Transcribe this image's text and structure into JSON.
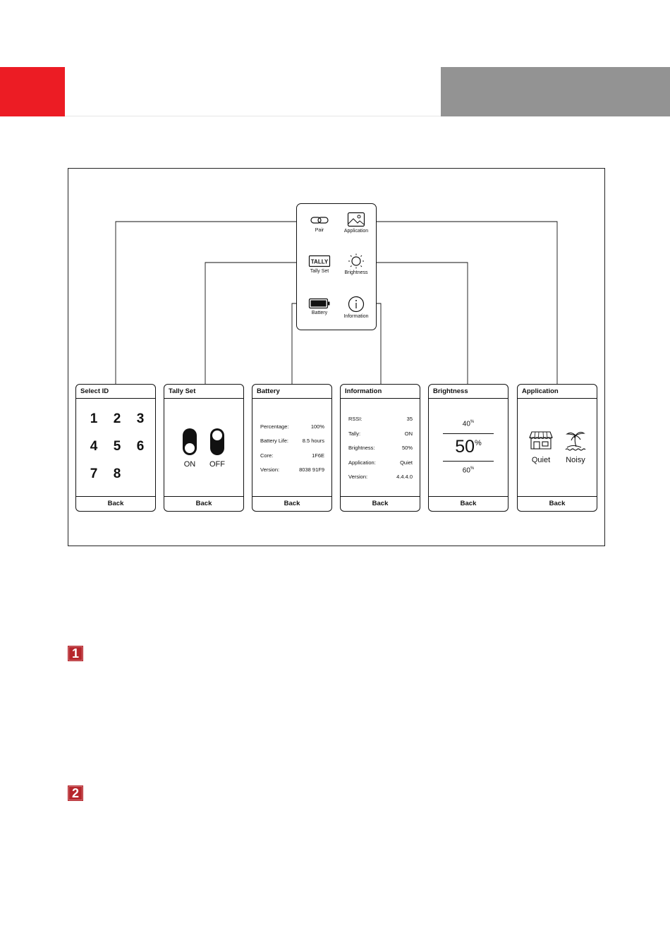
{
  "colors": {
    "accent_red": "#ec1c24",
    "header_gray": "#939393",
    "badge_red": "#b6262c"
  },
  "menu": {
    "items": [
      {
        "label": "Pair",
        "icon": "link-icon"
      },
      {
        "label": "Application",
        "icon": "image-icon"
      },
      {
        "label": "Tally Set",
        "icon": "tally-icon",
        "icon_text": "TALLY"
      },
      {
        "label": "Brightness",
        "icon": "sun-icon"
      },
      {
        "label": "Battery",
        "icon": "battery-icon"
      },
      {
        "label": "Information",
        "icon": "info-icon"
      }
    ]
  },
  "panels": {
    "select_id": {
      "title": "Select ID",
      "digits": [
        "1",
        "2",
        "3",
        "4",
        "5",
        "6",
        "7",
        "8"
      ],
      "back": "Back"
    },
    "tally_set": {
      "title": "Tally Set",
      "on": "ON",
      "off": "OFF",
      "back": "Back"
    },
    "battery": {
      "title": "Battery",
      "rows": [
        {
          "key": "Percentage:",
          "value": "100%"
        },
        {
          "key": "Battery Life:",
          "value": "8.5 hours"
        },
        {
          "key": "Core:",
          "value": "1F6E"
        },
        {
          "key": "Version:",
          "value": "8038 91F9"
        }
      ],
      "back": "Back"
    },
    "information": {
      "title": "Information",
      "rows": [
        {
          "key": "RSSI:",
          "value": "35"
        },
        {
          "key": "Tally:",
          "value": "ON"
        },
        {
          "key": "Brightness:",
          "value": "50%"
        },
        {
          "key": "Application:",
          "value": "Quiet"
        },
        {
          "key": "Version:",
          "value": "4.4.4.0"
        }
      ],
      "back": "Back"
    },
    "brightness": {
      "title": "Brightness",
      "upper": "40",
      "current": "50",
      "lower": "60",
      "unit": "%",
      "back": "Back"
    },
    "application": {
      "title": "Application",
      "options": [
        "Quiet",
        "Noisy"
      ],
      "back": "Back"
    }
  },
  "sections": [
    "1",
    "2"
  ]
}
